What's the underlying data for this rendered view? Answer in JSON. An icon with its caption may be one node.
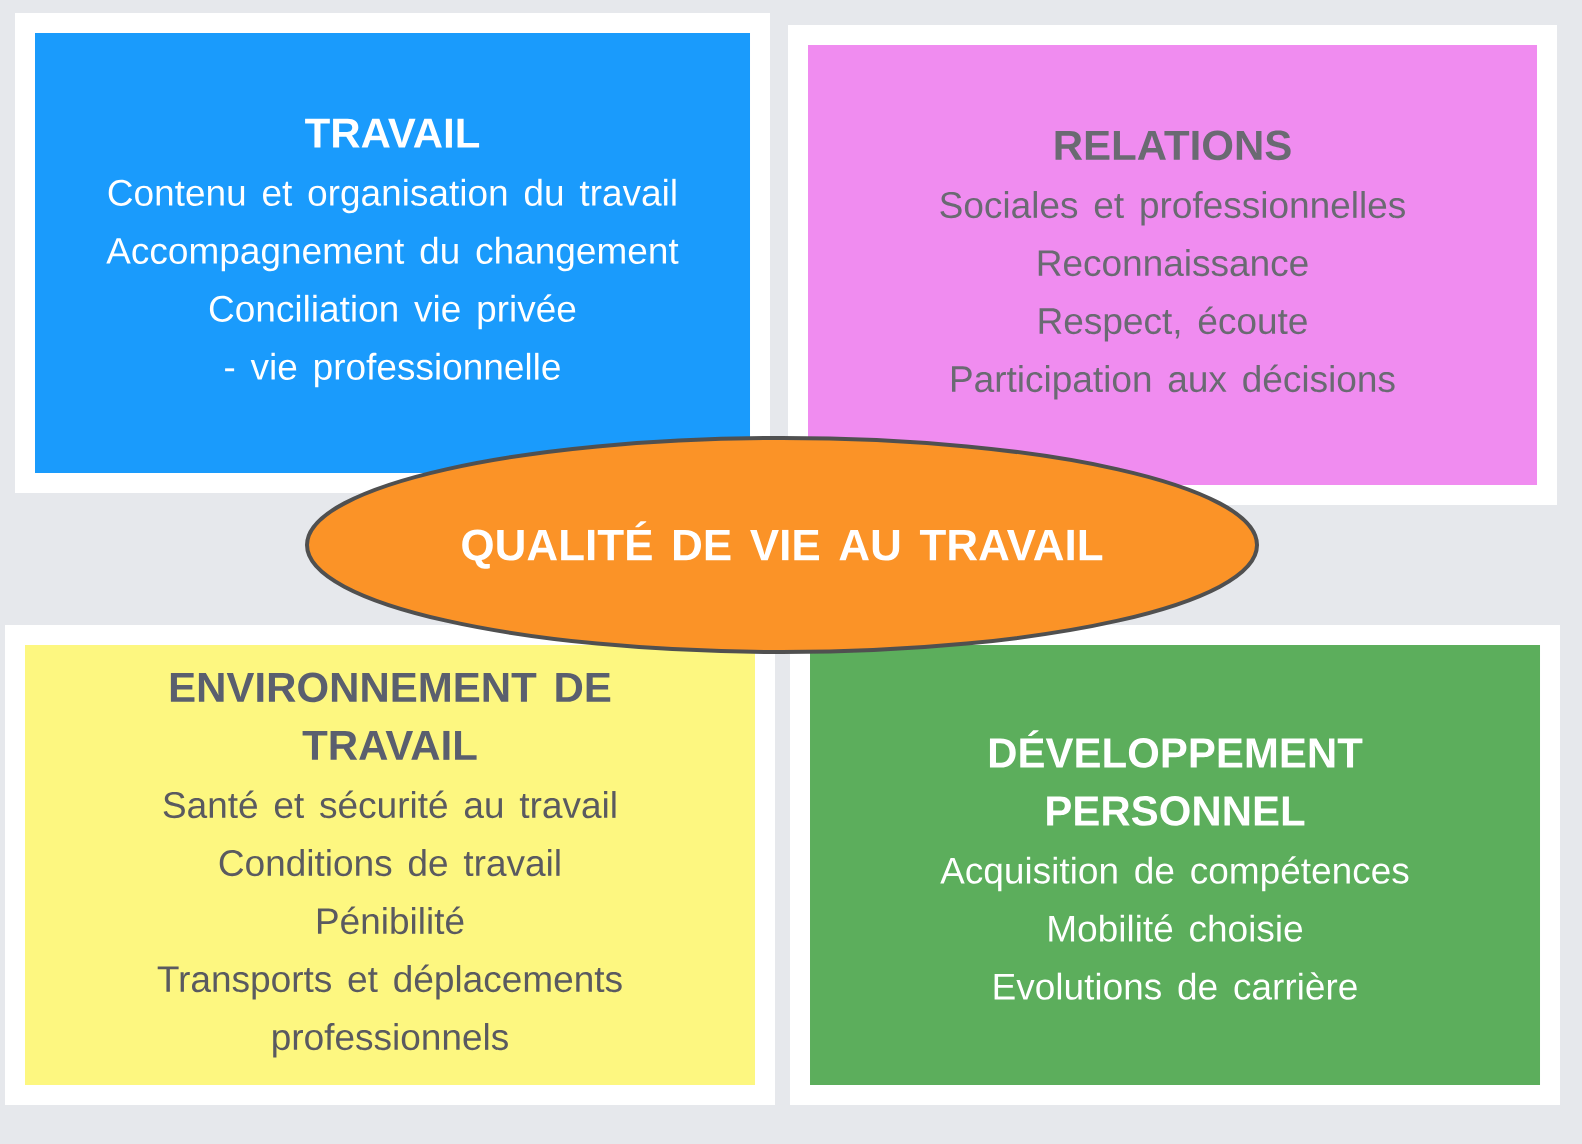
{
  "diagram": {
    "nodes": [
      {
        "text": [
          "TRAVAIL",
          "Contenu et organisation du travail",
          "Accompagnement du changement",
          "Conciliation vie privée - vie professionnelle"
        ]
      },
      {
        "text": [
          "RELATIONS",
          "Sociales et professionnelles",
          "Reconnaissance",
          "Respect, écoute",
          "Participation aux décisions"
        ]
      },
      {
        "text": [
          "ENVIRONNEMENT DE TRAVAIL",
          "Santé et sécurité au travail",
          "Conditions de travail",
          "Pénibilité",
          "Transports et déplacements professionnels"
        ]
      },
      {
        "text": [
          "DÉVELOPPEMENT PERSONNEL",
          "Acquisition de compétences",
          "Mobilité choisie",
          "Evolutions de carrière"
        ]
      },
      {
        "text": [
          "QUALITÉ DE VIE AU TRAVAIL"
        ]
      }
    ],
    "edges": []
  }
}
